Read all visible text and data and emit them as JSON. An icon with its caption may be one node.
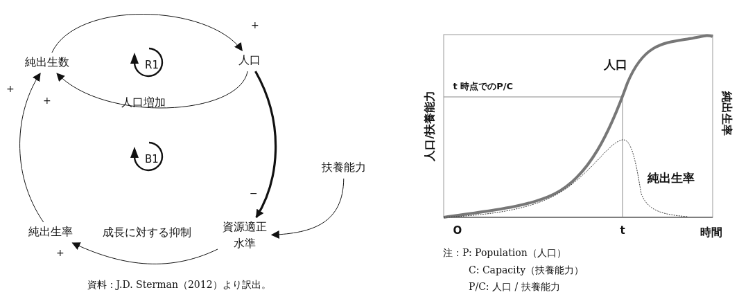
{
  "diagram": {
    "caption": "資料：J.D. Sterman（2012）より訳出。",
    "nodes": [
      {
        "text": [
          "純出生数"
        ]
      },
      {
        "text": [
          "人口"
        ]
      },
      {
        "text": [
          "資源適正水準"
        ]
      },
      {
        "text": [
          "扶養能力"
        ]
      },
      {
        "text": [
          "純出生率"
        ]
      }
    ],
    "edges": [
      {
        "from": 0,
        "to": 1,
        "arrow": "to",
        "label": "+"
      },
      {
        "from": 1,
        "to": 0,
        "arrow": "to",
        "label": "+"
      },
      {
        "from": 1,
        "to": 2,
        "arrow": "to",
        "label": "−",
        "style": "thick"
      },
      {
        "from": 3,
        "to": 2,
        "arrow": "to"
      },
      {
        "from": 2,
        "to": 4,
        "arrow": "to",
        "label": "+"
      },
      {
        "from": 4,
        "to": 0,
        "arrow": "to",
        "label": "+"
      }
    ],
    "labels": [
      "R1",
      "人口増加",
      "B1",
      "成長に対する抑制",
      "人口",
      "t 時点でのP/C",
      "人口/扶養能力",
      "純出生率",
      "純出生率",
      "O",
      "t",
      "時間",
      "注：P: Population（人口）",
      "C: Capacity（扶養能力）",
      "P/C: 人口 / 扶養能力"
    ]
  }
}
